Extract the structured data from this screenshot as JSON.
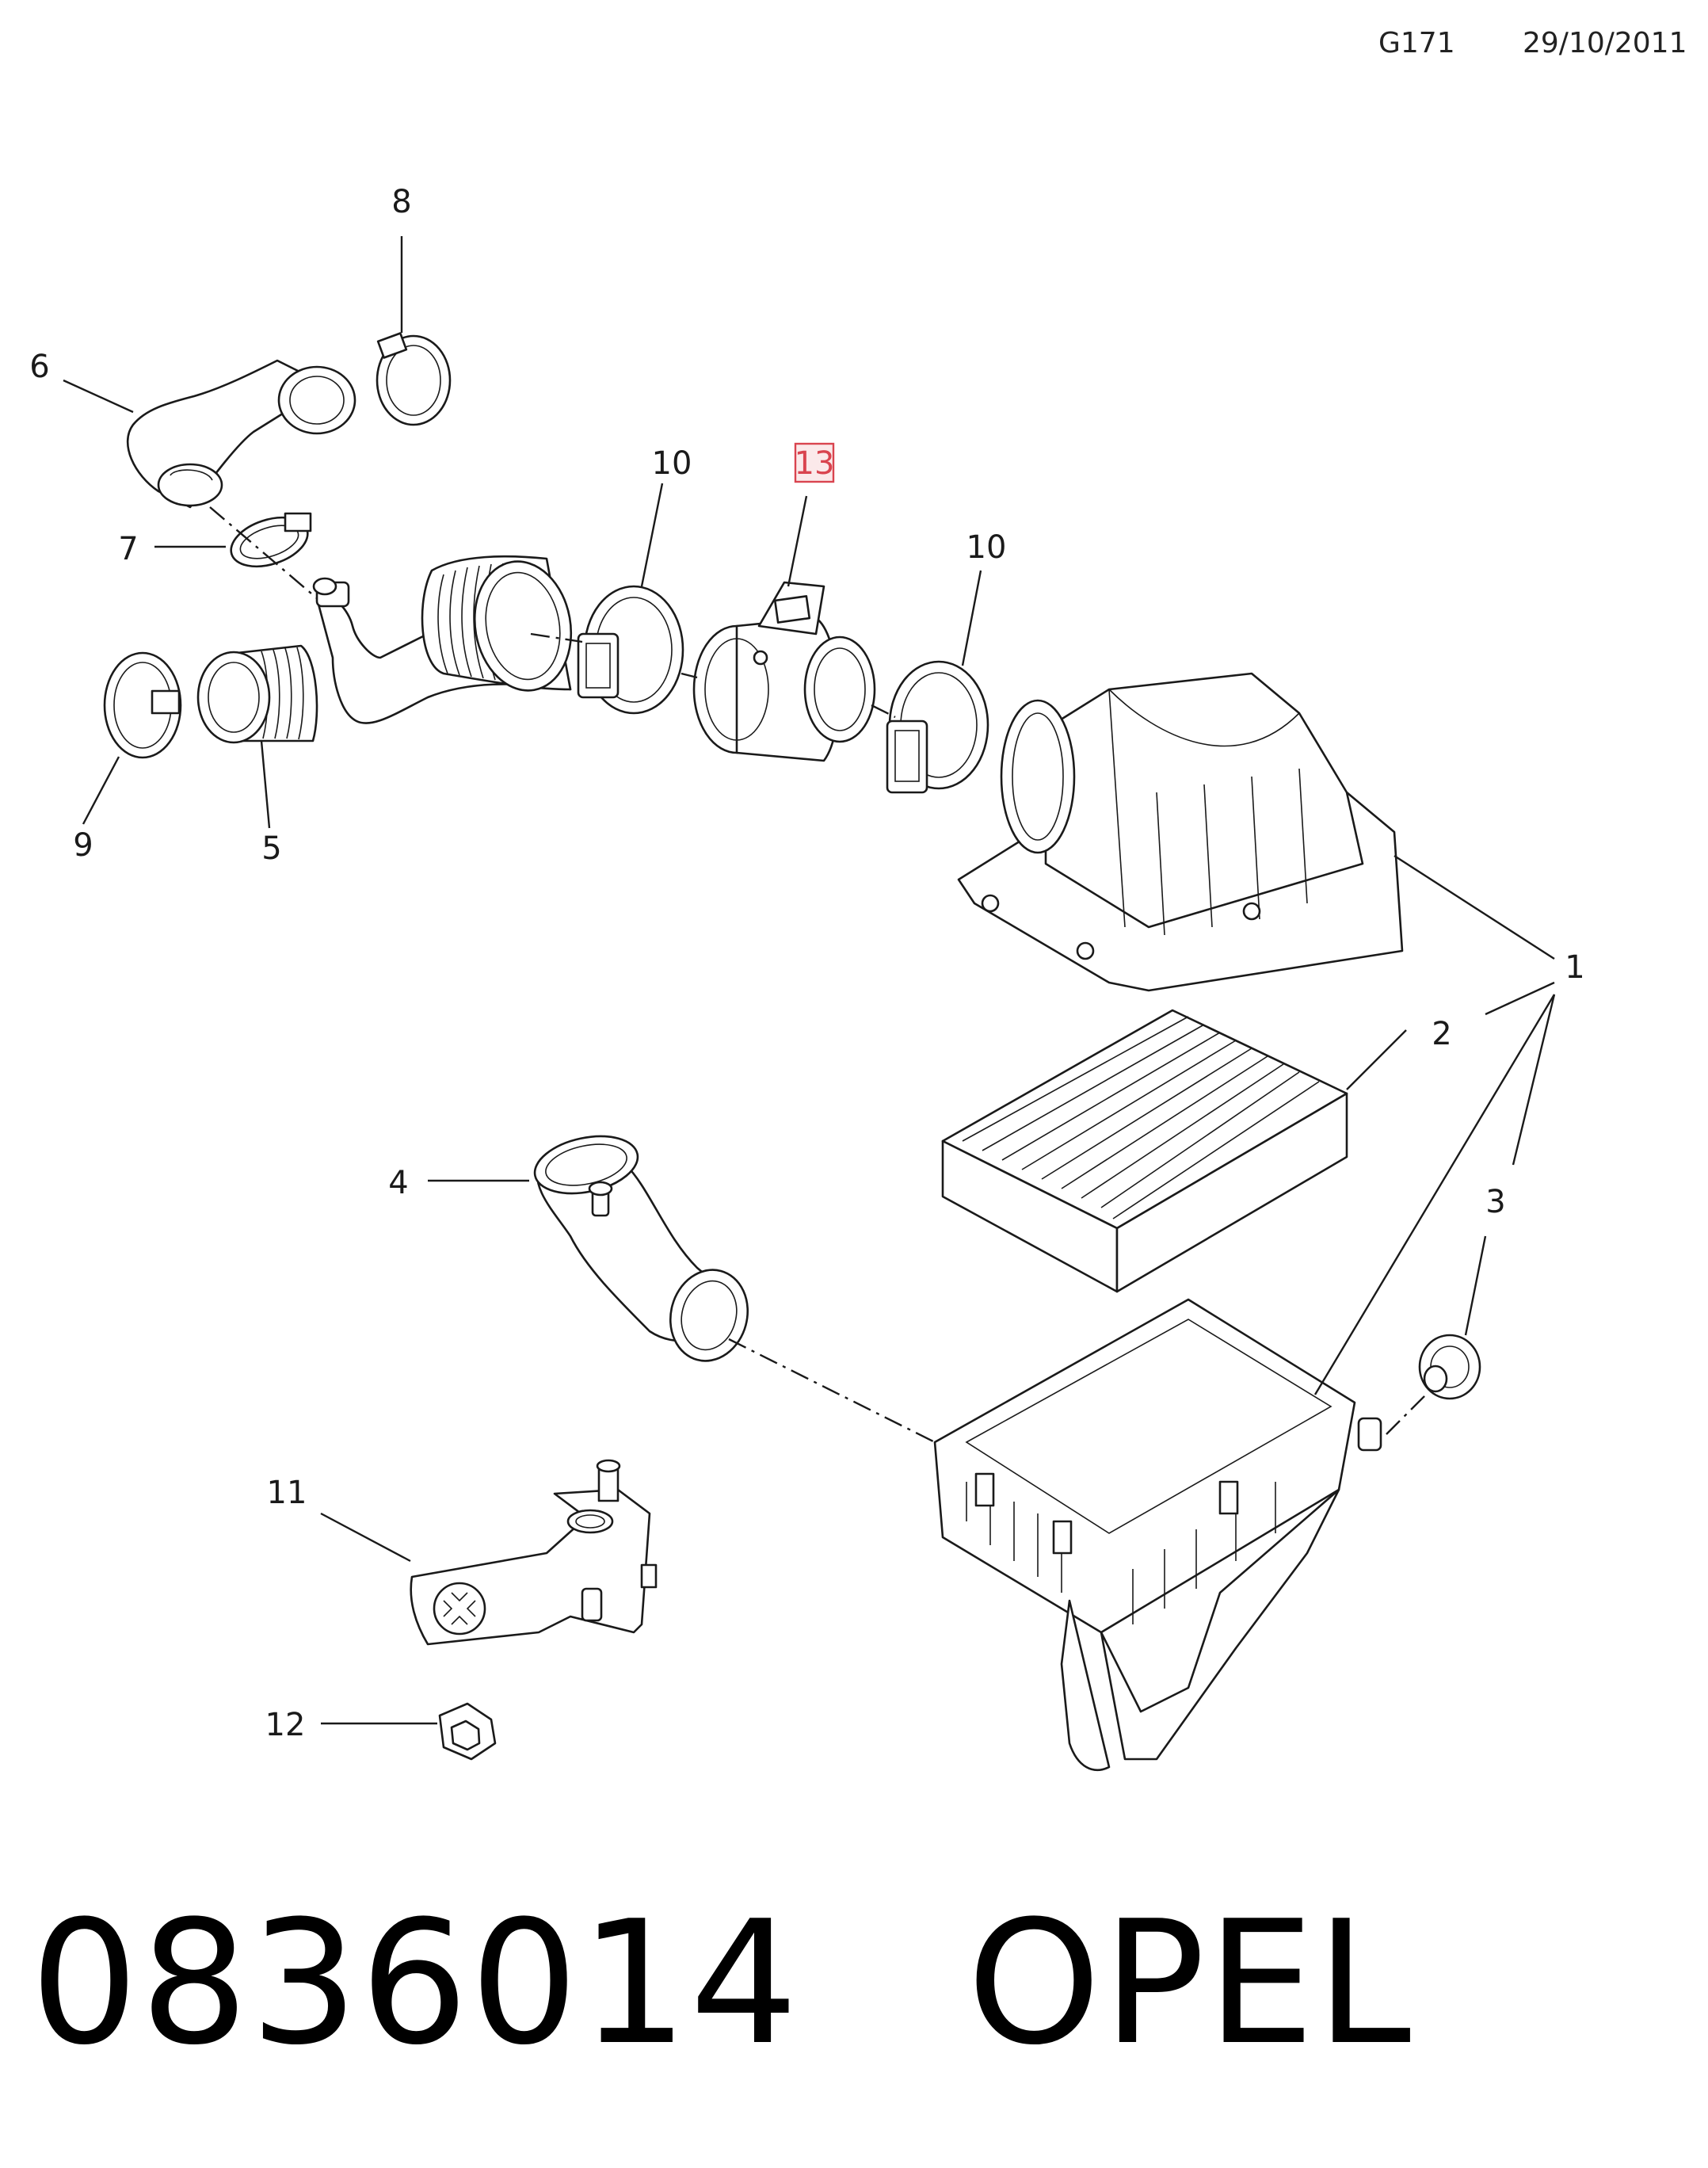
{
  "header": {
    "diagram_code": "G171",
    "date": "29/10/2011"
  },
  "callouts": {
    "c1": "1",
    "c2": "2",
    "c3": "3",
    "c4": "4",
    "c5": "5",
    "c6": "6",
    "c7": "7",
    "c8": "8",
    "c9": "9",
    "c10a": "10",
    "c10b": "10",
    "c11": "11",
    "c12": "12",
    "c13": "13"
  },
  "highlighted_callout": "13",
  "colors": {
    "highlight": "#d9444f",
    "highlight_fill": "#fbe9ea",
    "line": "#1a1a1a"
  },
  "footer": {
    "part_number": "0836014",
    "brand": "OPEL"
  }
}
